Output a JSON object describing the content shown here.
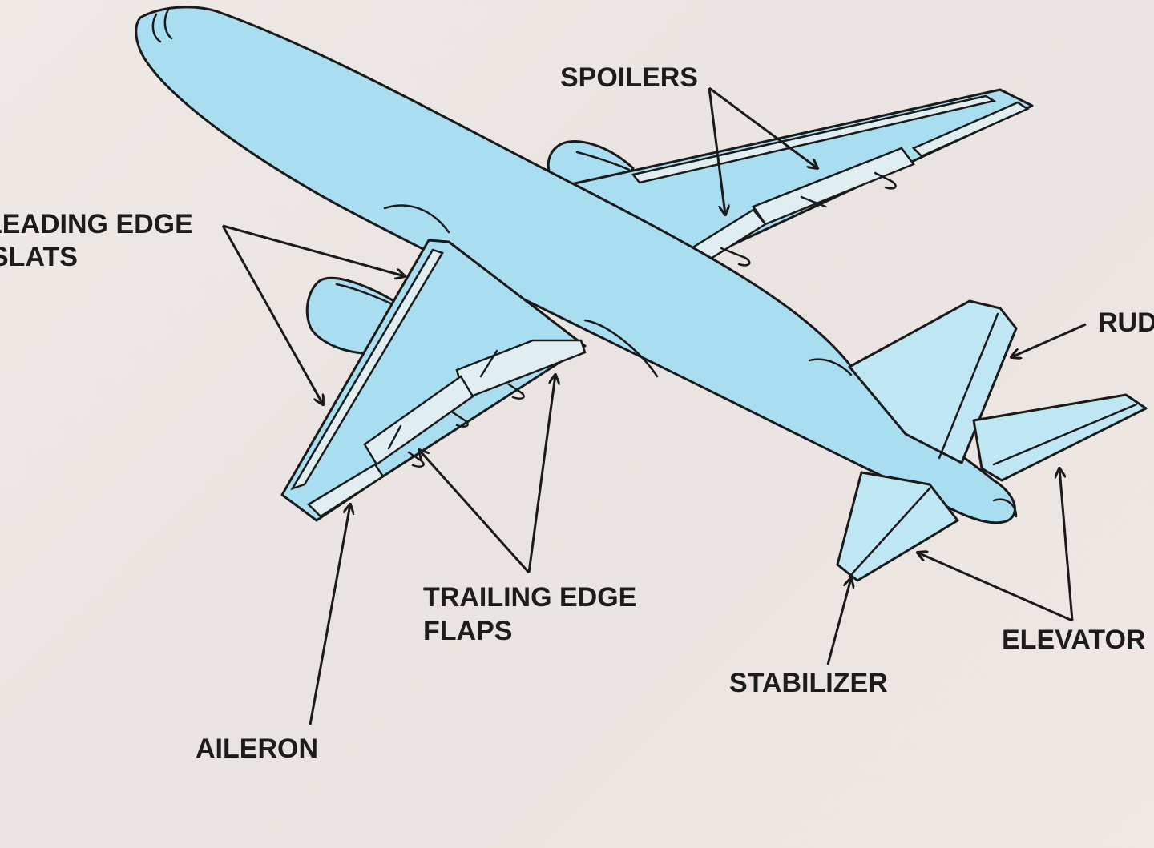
{
  "labels": {
    "spoilers": "SPOILERS",
    "leading_edge_line1": "LEADING EDGE",
    "leading_edge_line2": "SLATS",
    "rudder": "RUD",
    "trailing_edge_line1": "TRAILING EDGE",
    "trailing_edge_line2": "FLAPS",
    "elevator": "ELEVATOR",
    "stabilizer": "STABILIZER",
    "aileron": "AILERON"
  },
  "colors": {
    "aircraft": "#a9def0",
    "panels": "#e0eef2",
    "outline": "#1a1a1a",
    "background": "#ece6e3"
  }
}
